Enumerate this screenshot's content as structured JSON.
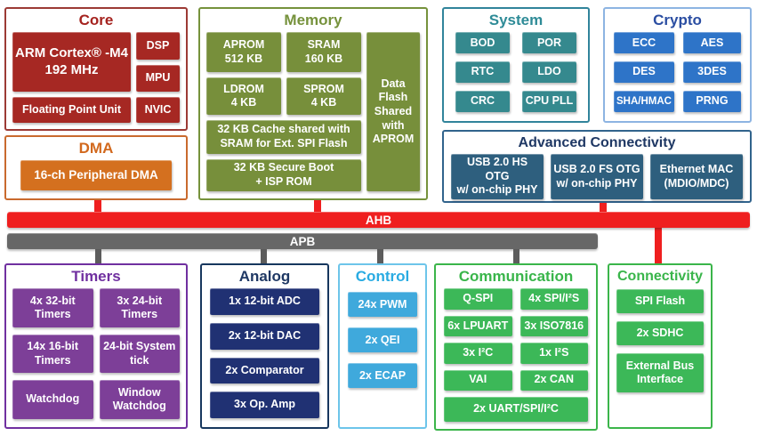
{
  "colors": {
    "core_red": "#A62823",
    "dma_orange": "#D4701F",
    "memory_olive": "#778F3B",
    "system_teal": "#35898E",
    "crypto_blue": "#2E74C8",
    "adv_slate": "#2E5F7E",
    "ahb_red": "#EF1F1F",
    "apb_gray": "#676767",
    "timers_purple": "#7D3F98",
    "analog_navy": "#203173",
    "control_cyan": "#3FA9DC",
    "green": "#3CB858"
  },
  "core": {
    "title": "Core",
    "arm": "ARM Cortex® -M4\n192 MHz",
    "dsp": "DSP",
    "mpu": "MPU",
    "fpu": "Floating Point Unit",
    "nvic": "NVIC"
  },
  "dma": {
    "title": "DMA",
    "block": "16-ch Peripheral DMA"
  },
  "memory": {
    "title": "Memory",
    "aprom": "APROM\n512 KB",
    "sram": "SRAM\n160 KB",
    "ldrom": "LDROM\n4 KB",
    "sprom": "SPROM\n4 KB",
    "cache": "32 KB Cache shared with\nSRAM for Ext. SPI Flash",
    "boot": "32 KB Secure Boot\n+ ISP ROM",
    "dataflash": "Data\nFlash\nShared\nwith\nAPROM"
  },
  "system": {
    "title": "System",
    "blocks": [
      "BOD",
      "POR",
      "RTC",
      "LDO",
      "CRC",
      "CPU PLL"
    ]
  },
  "crypto": {
    "title": "Crypto",
    "blocks": [
      "ECC",
      "AES",
      "DES",
      "3DES",
      "SHA/HMAC",
      "PRNG"
    ]
  },
  "adv": {
    "title": "Advanced Connectivity",
    "blocks": [
      "USB 2.0 HS OTG\nw/ on-chip PHY",
      "USB 2.0 FS OTG\nw/ on-chip PHY",
      "Ethernet MAC\n(MDIO/MDC)"
    ]
  },
  "buses": {
    "ahb": "AHB",
    "apb": "APB"
  },
  "timers": {
    "title": "Timers",
    "blocks": [
      "4x 32-bit\nTimers",
      "3x 24-bit\nTimers",
      "14x 16-bit\nTimers",
      "24-bit System\ntick",
      "Watchdog",
      "Window\nWatchdog"
    ]
  },
  "analog": {
    "title": "Analog",
    "blocks": [
      "1x 12-bit ADC",
      "2x 12-bit DAC",
      "2x Comparator",
      "3x Op. Amp"
    ]
  },
  "control": {
    "title": "Control",
    "blocks": [
      "24x PWM",
      "2x QEI",
      "2x ECAP"
    ]
  },
  "comm": {
    "title": "Communication",
    "blocks": [
      "Q-SPI",
      "4x SPI/I²S",
      "6x LPUART",
      "3x ISO7816",
      "3x I²C",
      "1x I²S",
      "VAI",
      "2x CAN"
    ],
    "wide": "2x UART/SPI/I²C"
  },
  "conn": {
    "title": "Connectivity",
    "blocks": [
      "SPI Flash",
      "2x SDHC",
      "External Bus\nInterface"
    ]
  }
}
